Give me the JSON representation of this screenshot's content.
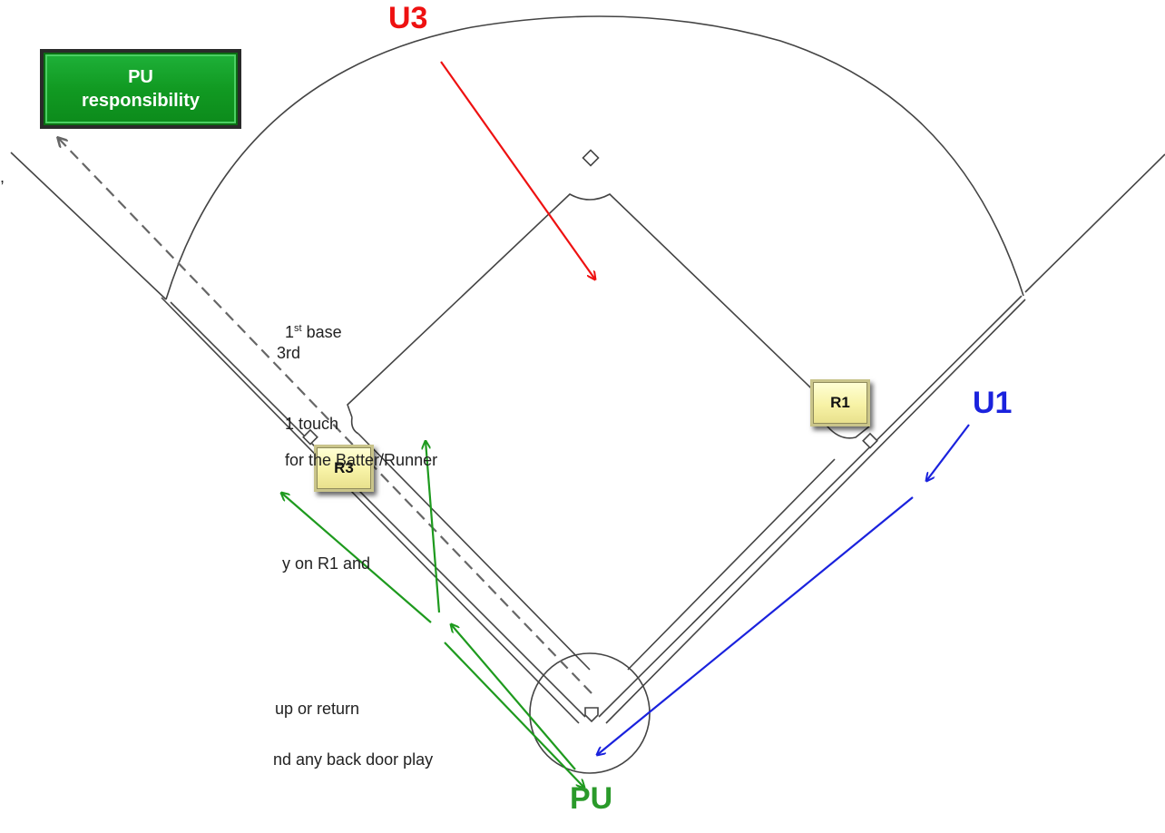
{
  "umpires": {
    "u3": {
      "label": "U3",
      "color": "#ee1111"
    },
    "u1": {
      "label": "U1",
      "color": "#1a22dd"
    },
    "pu": {
      "label": "PU",
      "color": "#2a9a2a"
    }
  },
  "runners": {
    "r1": "R1",
    "r3": "R3"
  },
  "callout": {
    "line1": "PU",
    "line2": "responsibility",
    "color": "#119a22"
  },
  "text_fragments": [
    ",",
    "1",
    "st",
    "base",
    "3rd",
    "1 touch",
    "for the Batter/Runner",
    "y on R1 and",
    "up or return",
    "nd any back door play"
  ],
  "colors": {
    "field_lines": "#444444",
    "pu_path": "#1e9a1e",
    "responsibility_line": "#666666"
  }
}
